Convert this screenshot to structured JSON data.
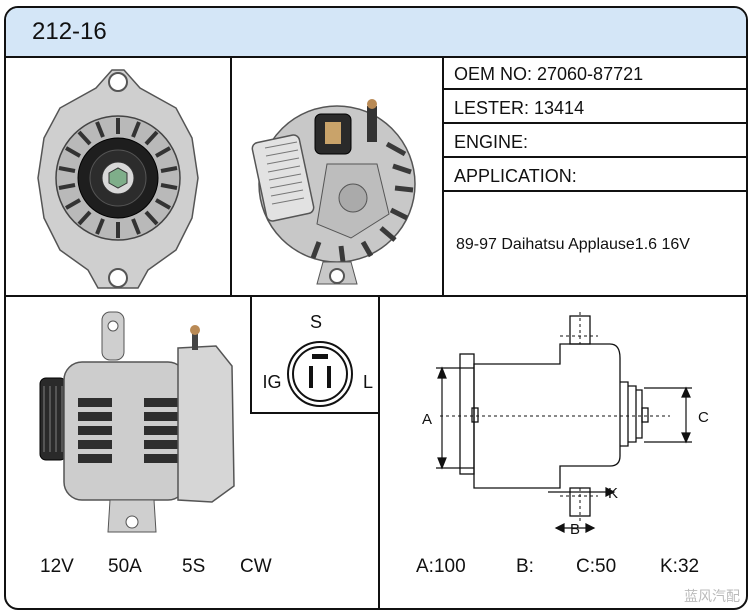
{
  "title": "212-16",
  "info": {
    "oem": "OEM NO: 27060-87721",
    "lester": "LESTER: 13414",
    "engine": "ENGINE:",
    "application": "APPLICATION:",
    "application_value": "89-97 Daihatsu Applause1.6 16V"
  },
  "connector": {
    "s": "S",
    "ig": "IG",
    "l": "L"
  },
  "dims": {
    "a": "A",
    "b": "B",
    "c": "C",
    "k": "K"
  },
  "specs": {
    "voltage": "12V",
    "amps": "50A",
    "pulley": "5S",
    "rotation": "CW"
  },
  "dim_values": {
    "a": "A:100",
    "b": "B:",
    "c": "C:50",
    "k": "K:32"
  },
  "watermark": "蓝风汽配"
}
